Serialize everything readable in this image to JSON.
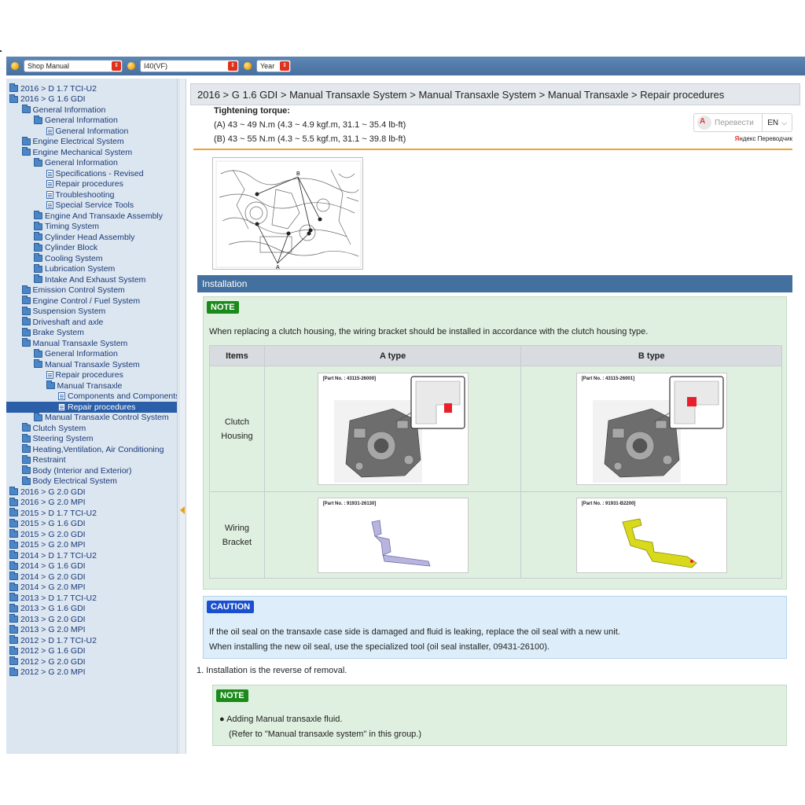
{
  "toolbar": {
    "manual_select": "Shop Manual",
    "model_select": "I40(VF)",
    "year_select": "Year"
  },
  "sidebar": {
    "items": [
      {
        "label": "2016 > D 1.7 TCI-U2",
        "level": 0,
        "icon": "folder-icon"
      },
      {
        "label": "2016 > G 1.6 GDI",
        "level": 0,
        "icon": "folder-icon"
      },
      {
        "label": "General Information",
        "level": 1,
        "icon": "folder-icon"
      },
      {
        "label": "General Information",
        "level": 2,
        "icon": "folder-icon"
      },
      {
        "label": "General Information",
        "level": 3,
        "icon": "doc-icon"
      },
      {
        "label": "Engine Electrical System",
        "level": 1,
        "icon": "folder-icon"
      },
      {
        "label": "Engine Mechanical System",
        "level": 1,
        "icon": "folder-icon"
      },
      {
        "label": "General Information",
        "level": 2,
        "icon": "folder-icon"
      },
      {
        "label": "Specifications - Revised",
        "level": 3,
        "icon": "doc-icon"
      },
      {
        "label": "Repair procedures",
        "level": 3,
        "icon": "doc-icon"
      },
      {
        "label": "Troubleshooting",
        "level": 3,
        "icon": "doc-icon"
      },
      {
        "label": "Special Service Tools",
        "level": 3,
        "icon": "doc-icon"
      },
      {
        "label": "Engine And Transaxle Assembly",
        "level": 2,
        "icon": "folder-icon"
      },
      {
        "label": "Timing System",
        "level": 2,
        "icon": "folder-icon"
      },
      {
        "label": "Cylinder Head Assembly",
        "level": 2,
        "icon": "folder-icon"
      },
      {
        "label": "Cylinder Block",
        "level": 2,
        "icon": "folder-icon"
      },
      {
        "label": "Cooling System",
        "level": 2,
        "icon": "folder-icon"
      },
      {
        "label": "Lubrication System",
        "level": 2,
        "icon": "folder-icon"
      },
      {
        "label": "Intake And Exhaust System",
        "level": 2,
        "icon": "folder-icon"
      },
      {
        "label": "Emission Control System",
        "level": 1,
        "icon": "folder-icon"
      },
      {
        "label": "Engine Control / Fuel System",
        "level": 1,
        "icon": "folder-icon"
      },
      {
        "label": "Suspension System",
        "level": 1,
        "icon": "folder-icon"
      },
      {
        "label": "Driveshaft and axle",
        "level": 1,
        "icon": "folder-icon"
      },
      {
        "label": "Brake System",
        "level": 1,
        "icon": "folder-icon"
      },
      {
        "label": "Manual Transaxle System",
        "level": 1,
        "icon": "folder-icon"
      },
      {
        "label": "General Information",
        "level": 2,
        "icon": "folder-icon"
      },
      {
        "label": "Manual Transaxle System",
        "level": 2,
        "icon": "folder-icon"
      },
      {
        "label": "Repair procedures",
        "level": 3,
        "icon": "doc-icon"
      },
      {
        "label": "Manual Transaxle",
        "level": 3,
        "icon": "folder-icon"
      },
      {
        "label": "Components and Components",
        "level": 4,
        "icon": "doc-icon"
      },
      {
        "label": "Repair procedures",
        "level": 4,
        "icon": "doc-icon",
        "selected": true
      },
      {
        "label": "Manual Transaxle Control System",
        "level": 2,
        "icon": "folder-icon"
      },
      {
        "label": "Clutch System",
        "level": 1,
        "icon": "folder-icon"
      },
      {
        "label": "Steering System",
        "level": 1,
        "icon": "folder-icon"
      },
      {
        "label": "Heating,Ventilation, Air Conditioning",
        "level": 1,
        "icon": "folder-icon"
      },
      {
        "label": "Restraint",
        "level": 1,
        "icon": "folder-icon"
      },
      {
        "label": "Body (Interior and Exterior)",
        "level": 1,
        "icon": "folder-icon"
      },
      {
        "label": "Body Electrical System",
        "level": 1,
        "icon": "folder-icon"
      },
      {
        "label": "2016 > G 2.0 GDI",
        "level": 0,
        "icon": "folder-icon"
      },
      {
        "label": "2016 > G 2.0 MPI",
        "level": 0,
        "icon": "folder-icon"
      },
      {
        "label": "2015 > D 1.7 TCI-U2",
        "level": 0,
        "icon": "folder-icon"
      },
      {
        "label": "2015 > G 1.6 GDI",
        "level": 0,
        "icon": "folder-icon"
      },
      {
        "label": "2015 > G 2.0 GDI",
        "level": 0,
        "icon": "folder-icon"
      },
      {
        "label": "2015 > G 2.0 MPI",
        "level": 0,
        "icon": "folder-icon"
      },
      {
        "label": "2014 > D 1.7 TCI-U2",
        "level": 0,
        "icon": "folder-icon"
      },
      {
        "label": "2014 > G 1.6 GDI",
        "level": 0,
        "icon": "folder-icon"
      },
      {
        "label": "2014 > G 2.0 GDI",
        "level": 0,
        "icon": "folder-icon"
      },
      {
        "label": "2014 > G 2.0 MPI",
        "level": 0,
        "icon": "folder-icon"
      },
      {
        "label": "2013 > D 1.7 TCI-U2",
        "level": 0,
        "icon": "folder-icon"
      },
      {
        "label": "2013 > G 1.6 GDI",
        "level": 0,
        "icon": "folder-icon"
      },
      {
        "label": "2013 > G 2.0 GDI",
        "level": 0,
        "icon": "folder-icon"
      },
      {
        "label": "2013 > G 2.0 MPI",
        "level": 0,
        "icon": "folder-icon"
      },
      {
        "label": "2012 > D 1.7 TCI-U2",
        "level": 0,
        "icon": "folder-icon"
      },
      {
        "label": "2012 > G 1.6 GDI",
        "level": 0,
        "icon": "folder-icon"
      },
      {
        "label": "2012 > G 2.0 GDI",
        "level": 0,
        "icon": "folder-icon"
      },
      {
        "label": "2012 > G 2.0 MPI",
        "level": 0,
        "icon": "folder-icon"
      }
    ]
  },
  "main": {
    "breadcrumb": "2016 > G 1.6 GDI > Manual Transaxle System > Manual Transaxle System > Manual Transaxle > Repair procedures",
    "torque_label": "Tightening torque:",
    "torque_a": "(A) 43 ~ 49 N.m (4.3 ~ 4.9 kgf.m, 31.1 ~ 35.4 lb-ft)",
    "torque_b": "(B) 43 ~ 55 N.m (4.3 ~ 5.5 kgf.m, 31.1 ~ 39.8 lb-ft)",
    "translate_button": "Перевести",
    "translate_lang": "EN",
    "yandex_y": "Я",
    "yandex_rest": "ндекс Переводчик",
    "diagram_label_a": "A",
    "diagram_label_b": "B",
    "section_title": "Installation",
    "note_badge": "NOTE",
    "note_text": "When replacing a clutch housing, the wiring bracket should be installed in accordance with the clutch housing type.",
    "table": {
      "headers": [
        "Items",
        "A type",
        "B type"
      ],
      "row1_label_line1": "Clutch",
      "row1_label_line2": "Housing",
      "row2_label_line1": "Wiring",
      "row2_label_line2": "Bracket",
      "part_a_housing": "[Part No. : 43115-26000]",
      "part_b_housing": "[Part No. : 43115-26001]",
      "part_a_bracket": "[Part No. : 91931-26130]",
      "part_b_bracket": "[Part No. : 91931-B2200]"
    },
    "caution_badge": "CAUTION",
    "caution_line1": "If the oil seal on the transaxle case side is damaged and fluid is leaking, replace the oil seal with a new unit.",
    "caution_line2": "When installing the new oil seal, use the specialized tool (oil seal installer, 09431-26100).",
    "step1": "1. Installation is the reverse of removal.",
    "note2_badge": "NOTE",
    "note2_line1": "● Adding Manual transaxle fluid.",
    "note2_line2": "(Refer to \"Manual transaxle system\" in this group.)"
  },
  "colors": {
    "toolbar": "#4f79a8",
    "sidebar_bg": "#dce6f0",
    "selected_row": "#2a5ea8",
    "install_bar": "#43709e",
    "note_bg": "#e0f0e0",
    "caution_bg": "#ddeefa",
    "note_badge": "#1b8a1b",
    "caution_badge": "#1a4fd0",
    "accent_line": "#f0a230"
  }
}
